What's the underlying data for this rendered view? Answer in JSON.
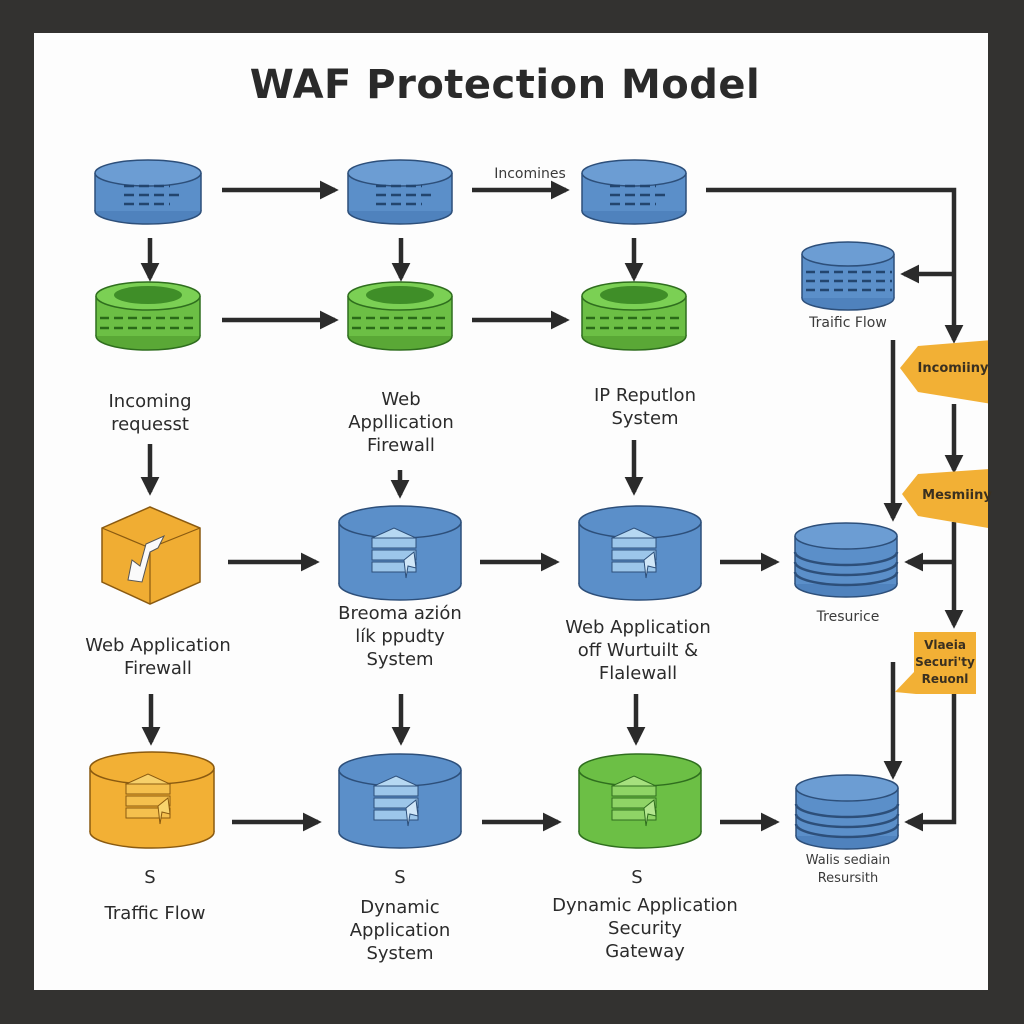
{
  "title": "WAF Protection Model",
  "colors": {
    "blue": "#5b8fc9",
    "blue_dark": "#2d4f7a",
    "green": "#6cbf45",
    "green_dark": "#2f6e1e",
    "orange": "#f2b035",
    "orange_dark": "#8a5a10",
    "arrow": "#2b2b2b",
    "frame": "#333230"
  },
  "edge_labels": {
    "top_incoming": "Incomines"
  },
  "labels": {
    "col1_mid": "Incoming\nrequesst",
    "col2_mid": "Web\nAppllication\nFirewall",
    "col3_mid": "IP Reputlon\nSystem",
    "col1_row3": "Web Application\nFirewall",
    "col2_row3": "Breoma azión\nlík ppudty\nSystem",
    "col3_row3": "Web Application\noff Wurtuilt &\nFlalewall",
    "col1_row4_s": "S",
    "col2_row4_s": "S",
    "col3_row4_s": "S",
    "col1_row4": "Traffic Flow",
    "col2_row4": "Dynamic\nApplication\nSystem",
    "col3_row4": "Dynamic Application\nSecurity\nGateway",
    "right_top": "Traific Flow",
    "right_mid": "Tresurice",
    "right_bottom": "Walis sediain\nResursith"
  },
  "tags": {
    "tag1": "Incomiiny",
    "tag2": "Mesmiiny",
    "tag3": "Vlaeia\nSecuri'ty\nReuonl"
  }
}
